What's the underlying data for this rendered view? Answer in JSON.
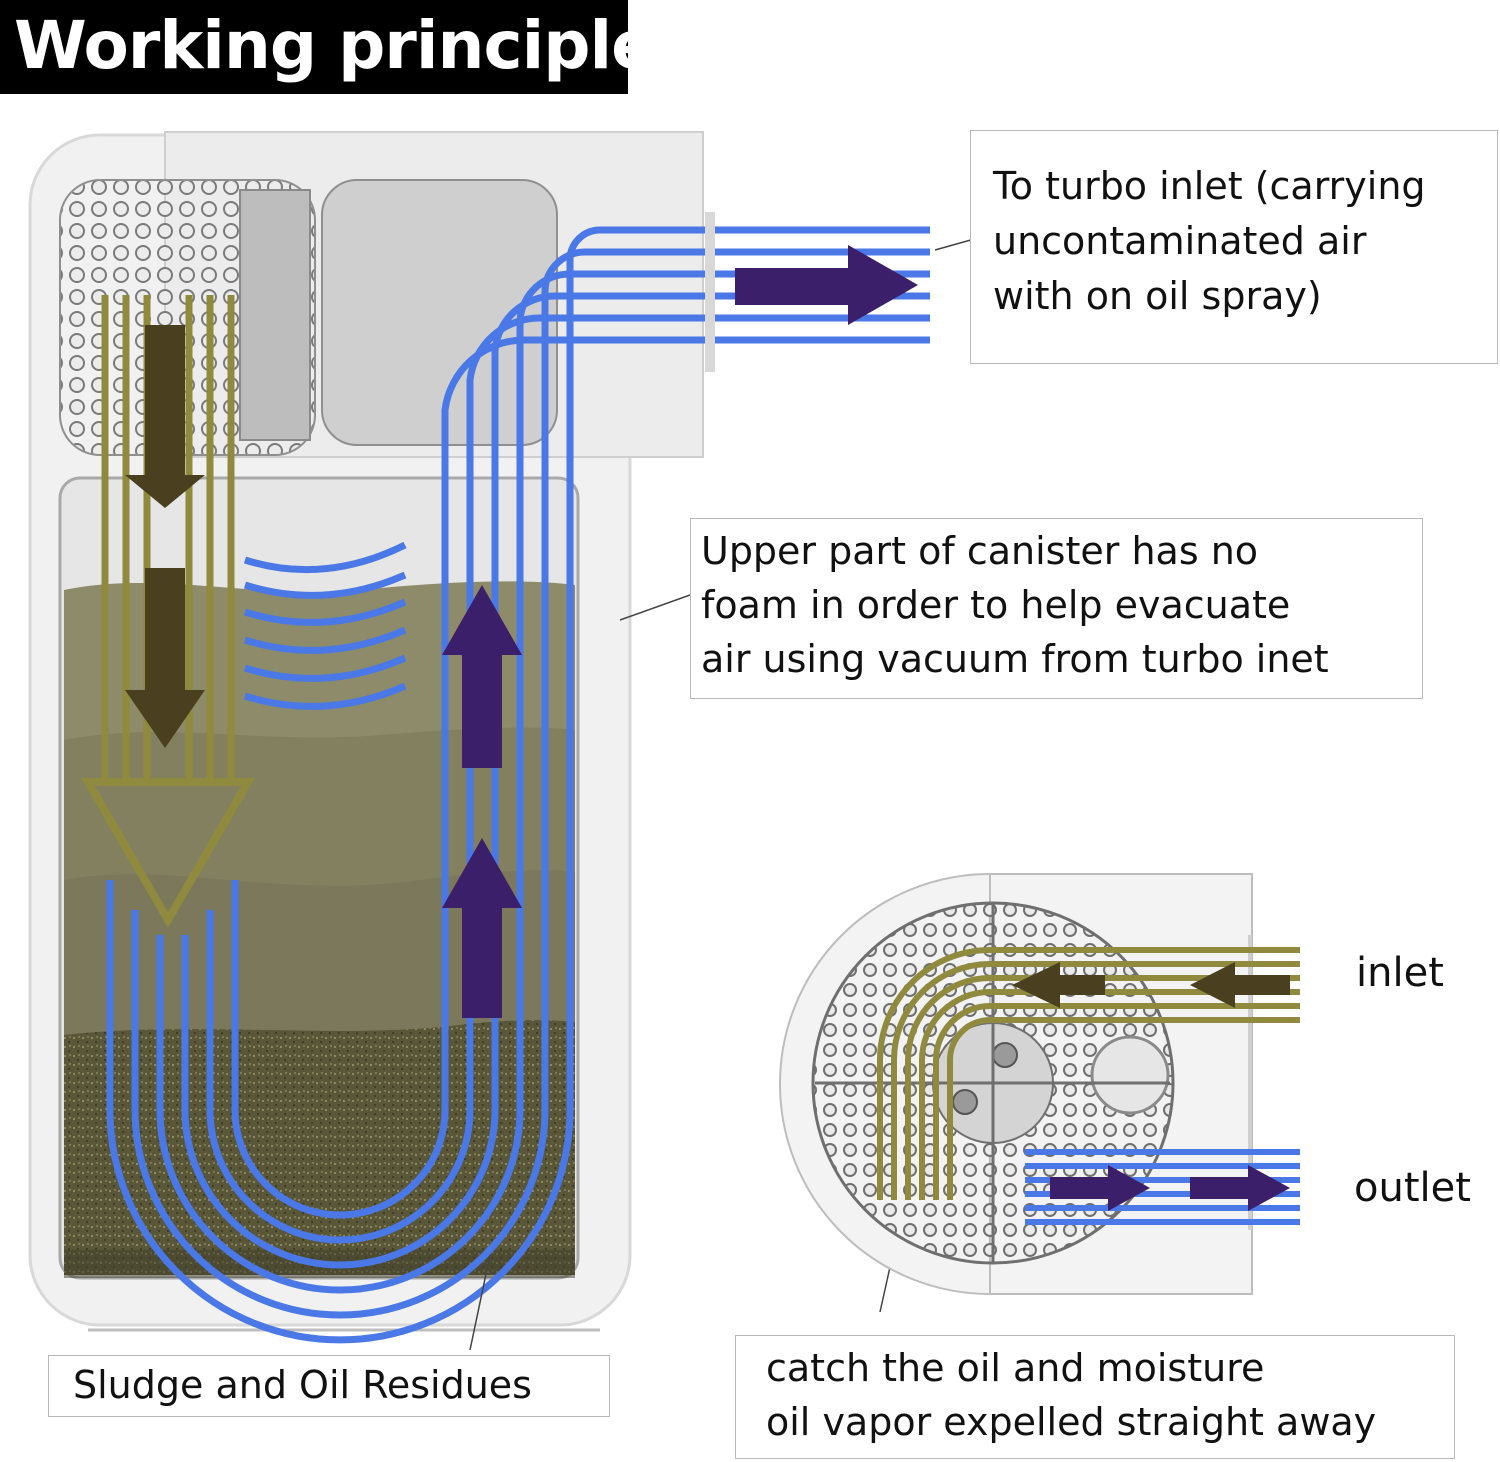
{
  "title": "Working principle",
  "colors": {
    "blue_flow": "#4a78e6",
    "olive_flow": "#8f8a3e",
    "arrow_purple": "#3c1f6a",
    "arrow_dark_olive": "#4a4020",
    "oil_fill": "#8e8b6a",
    "sludge": "#545035"
  },
  "callouts": {
    "turbo_inlet": [
      "To turbo inlet (carrying",
      "uncontaminated air",
      "with on oil spray)"
    ],
    "upper_canister": [
      "Upper part of canister has no",
      "foam in order to help evacuate",
      "air using vacuum from turbo inet"
    ],
    "sludge": [
      "Sludge and Oil Residues"
    ],
    "catch": [
      "catch the oil and moisture",
      "oil vapor expelled straight away"
    ]
  },
  "labels": {
    "inlet": "inlet",
    "outlet": "outlet"
  }
}
